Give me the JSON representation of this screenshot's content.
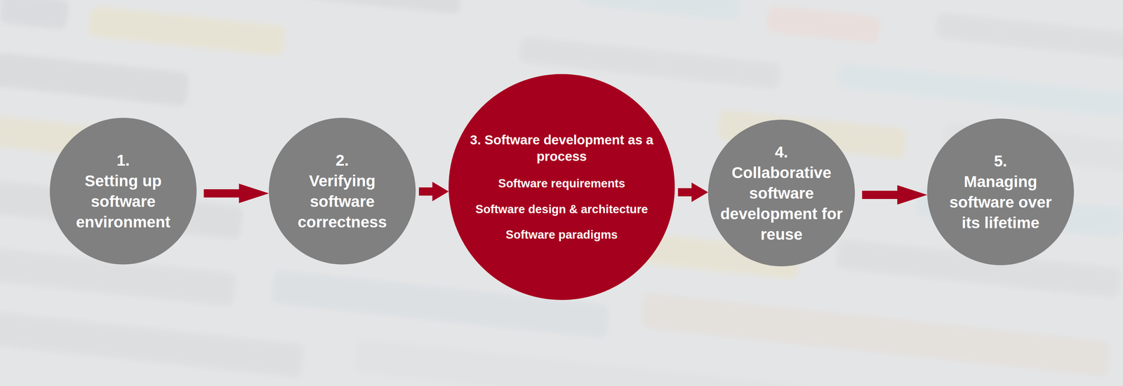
{
  "diagram": {
    "nodes": [
      {
        "text": [
          "1.",
          "Setting up software environment"
        ]
      },
      {
        "text": [
          "2.",
          "Verifying software correctness"
        ]
      },
      {
        "text": [
          "3. Software development as a process",
          "Software requirements",
          "Software design & architecture",
          "Software paradigms"
        ]
      },
      {
        "text": [
          "4.",
          "Collaborative software development for reuse"
        ]
      },
      {
        "text": [
          "5.",
          "Managing software over its lifetime"
        ]
      }
    ],
    "edges": [
      {
        "from": 0,
        "to": 1,
        "arrow": "to"
      },
      {
        "from": 1,
        "to": 2,
        "arrow": "to"
      },
      {
        "from": 2,
        "to": 3,
        "arrow": "to"
      },
      {
        "from": 3,
        "to": 4,
        "arrow": "to"
      }
    ]
  }
}
